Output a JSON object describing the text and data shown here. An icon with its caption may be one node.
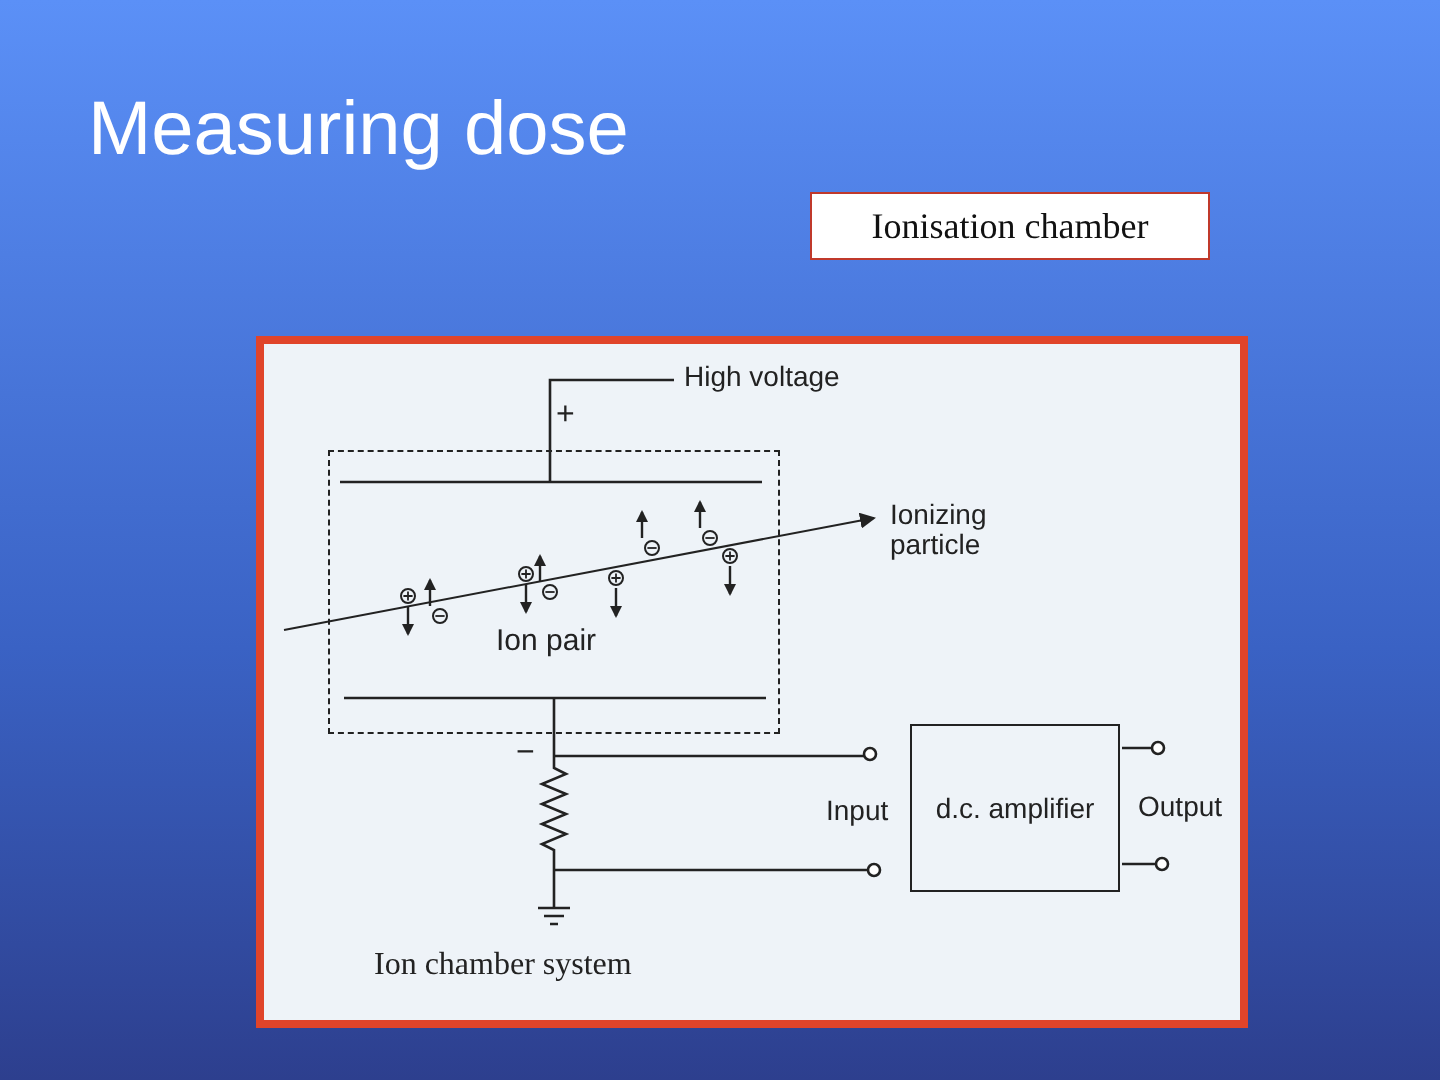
{
  "diagram": {
    "title": "Measuring dose",
    "caption": "Ion chamber system",
    "nodes": [
      {
        "text": [
          "Ionisation chamber"
        ]
      },
      {
        "text": [
          "Ion pair"
        ]
      },
      {
        "text": [
          "d.c. amplifier"
        ]
      }
    ],
    "labels": [
      "High voltage",
      "+",
      "Ionizing particle",
      "−",
      "Input",
      "Output"
    ]
  }
}
